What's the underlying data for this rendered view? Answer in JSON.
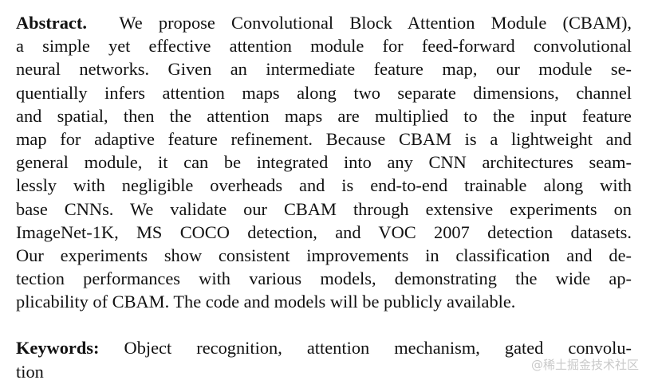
{
  "abstract": {
    "heading": "Abstract.",
    "lines": [
      "We propose Convolutional Block Attention Module (CBAM),",
      "a simple yet effective attention module for feed-forward convolutional",
      "neural networks. Given an intermediate feature map, our module se-",
      "quentially infers attention maps along two separate dimensions, channel",
      "and spatial, then the attention maps are multiplied to the input feature",
      "map for adaptive feature refinement. Because CBAM is a lightweight and",
      "general module, it can be integrated into any CNN architectures seam-",
      "lessly with negligible overheads and is end-to-end trainable along with",
      "base CNNs. We validate our CBAM through extensive experiments on",
      "ImageNet-1K, MS COCO detection, and VOC 2007 detection datasets.",
      "Our experiments show consistent improvements in classification and de-",
      "tection performances with various models, demonstrating the wide ap-",
      "plicability of CBAM. The code and models will be publicly available."
    ]
  },
  "keywords": {
    "heading": "Keywords:",
    "lines": [
      "Object recognition, attention mechanism, gated convolu-",
      "tion"
    ]
  },
  "watermark": "@稀土掘金技术社区"
}
